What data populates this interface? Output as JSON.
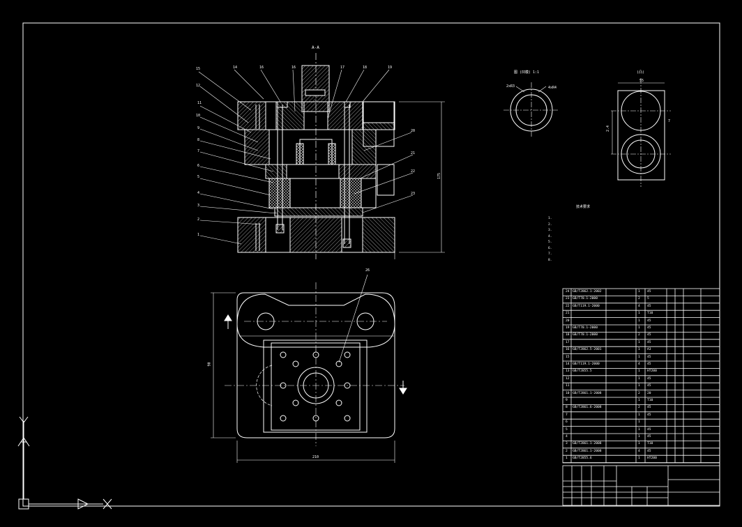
{
  "section_label": "A-A",
  "section_view": {
    "balloons": [
      "15",
      "14",
      "16",
      "16",
      "17",
      "18",
      "19",
      "12",
      "11",
      "10",
      "9",
      "8",
      "7",
      "6",
      "5",
      "4",
      "3",
      "2",
      "1",
      "20",
      "21",
      "22",
      "23"
    ],
    "height_dim": "175"
  },
  "plan_view": {
    "balloon": "26",
    "width_dim": "210",
    "height_dim": "90"
  },
  "part_views": [
    {
      "title": "图 (凹模) 1:1",
      "dims": [
        "2xR3",
        "4xR4"
      ]
    },
    {
      "title": "(凸)",
      "dims": [
        "55",
        "2.4",
        "7"
      ]
    }
  ],
  "tech_requirements": {
    "title": "技术要求",
    "lines": [
      "1.",
      "2.",
      "3.",
      "4.",
      "5.",
      "6.",
      "7.",
      "8."
    ]
  },
  "bom": {
    "rows": [
      {
        "no": "24",
        "code": "GB/T2862.1-2002",
        "qty": "1",
        "mat": "45"
      },
      {
        "no": "23",
        "code": "GB/T70.1-2000",
        "qty": "2",
        "mat": "5"
      },
      {
        "no": "22",
        "code": "GB/T119.1-2000",
        "qty": "4",
        "mat": "45"
      },
      {
        "no": "21",
        "code": "",
        "qty": "1",
        "mat": "T10"
      },
      {
        "no": "20",
        "code": "",
        "qty": "1",
        "mat": "45"
      },
      {
        "no": "19",
        "code": "GB/T70.1-2000",
        "qty": "1",
        "mat": "45"
      },
      {
        "no": "18",
        "code": "GB/T70.1-2000",
        "qty": "2",
        "mat": "45"
      },
      {
        "no": "17",
        "code": "",
        "qty": "1",
        "mat": "45"
      },
      {
        "no": "16",
        "code": "GB/T2862.5-2001",
        "qty": "1",
        "mat": "A3"
      },
      {
        "no": "15",
        "code": "",
        "qty": "1",
        "mat": "45"
      },
      {
        "no": "14",
        "code": "GB/T119.1-2000",
        "qty": "4",
        "mat": "45"
      },
      {
        "no": "13",
        "code": "GB/T2855.5",
        "qty": "1",
        "mat": "HT200"
      },
      {
        "no": "12",
        "code": "",
        "qty": "1",
        "mat": "45"
      },
      {
        "no": "11",
        "code": "",
        "qty": "1",
        "mat": "45"
      },
      {
        "no": "10",
        "code": "GB/T2861.1-2008",
        "qty": "2",
        "mat": "20"
      },
      {
        "no": "9",
        "code": "",
        "qty": "1",
        "mat": "T10"
      },
      {
        "no": "8",
        "code": "GB/T2861.6-2008",
        "qty": "2",
        "mat": "45"
      },
      {
        "no": "7",
        "code": "",
        "qty": "1",
        "mat": "45"
      },
      {
        "no": "6",
        "code": "",
        "qty": "1",
        "mat": ""
      },
      {
        "no": "5",
        "code": "",
        "qty": "1",
        "mat": "45"
      },
      {
        "no": "4",
        "code": "",
        "qty": "1",
        "mat": "45"
      },
      {
        "no": "3",
        "code": "GB/T2861.1-2008",
        "qty": "1",
        "mat": "T10"
      },
      {
        "no": "2",
        "code": "GB/T2861.1-2008",
        "qty": "4",
        "mat": "45"
      },
      {
        "no": "1",
        "code": "GB/T2855.6",
        "qty": "1",
        "mat": "HT200"
      }
    ]
  },
  "ucs": {
    "x_label": "X",
    "y_label": "Y"
  }
}
